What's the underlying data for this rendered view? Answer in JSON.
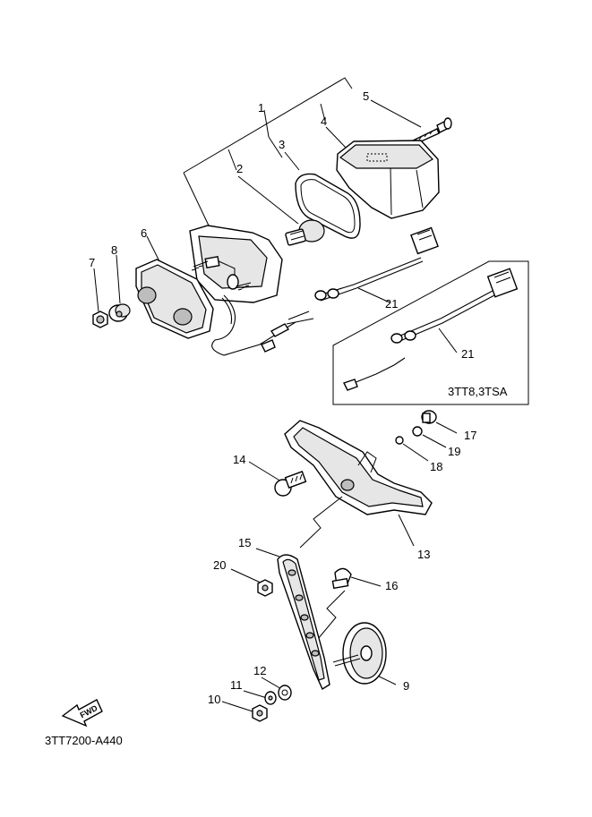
{
  "labels": {
    "p1": "1",
    "p2": "2",
    "p3": "3",
    "p4": "4",
    "p5": "5",
    "p6": "6",
    "p7": "7",
    "p8": "8",
    "p9": "9",
    "p10": "10",
    "p11": "11",
    "p12": "12",
    "p13": "13",
    "p14": "14",
    "p15": "15",
    "p16": "16",
    "p17": "17",
    "p18": "18",
    "p19": "19",
    "p20": "20",
    "p21a": "21",
    "p21b": "21"
  },
  "variant_box_label": "3TT8,3TSA",
  "fwd_label": "FWD",
  "diagram_code": "3TT7200-A440"
}
